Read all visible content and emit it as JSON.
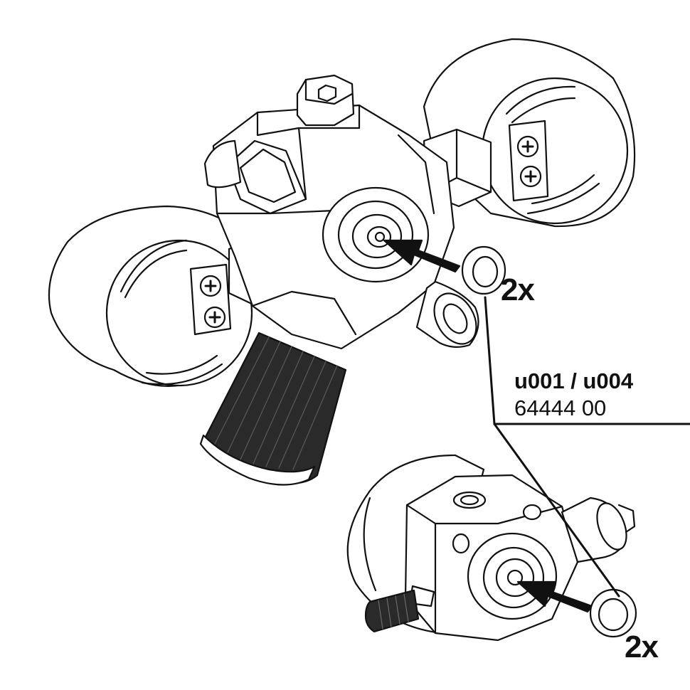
{
  "labels": {
    "quantity_top": "2x",
    "quantity_bottom": "2x",
    "model_codes": "u001 / u004",
    "part_number": "64444 00"
  },
  "colors": {
    "line": "#111111",
    "fill": "#ffffff",
    "knurl": "#2a2a2a"
  }
}
